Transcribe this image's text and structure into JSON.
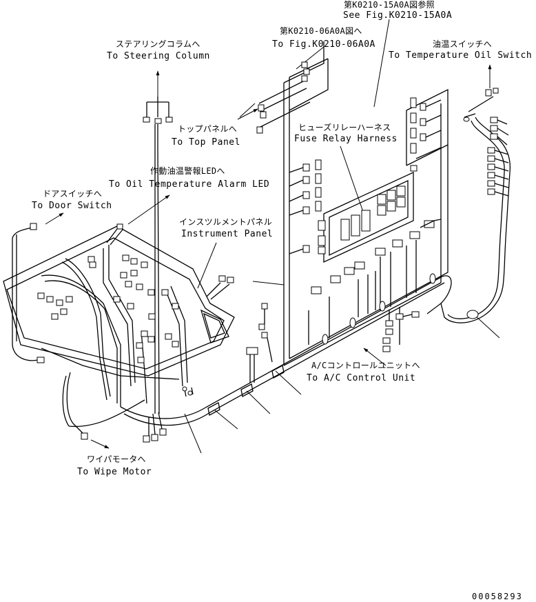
{
  "labels": {
    "fig15_jp": "第K0210-15A0A図参照",
    "fig15_en": "See Fig.K0210-15A0A",
    "fig06_jp": "第K0210-06A0A図へ",
    "fig06_en": "To Fig.K0210-06A0A",
    "oil_switch_jp": "油温スイッチへ",
    "oil_switch_en": "To Temperature Oil Switch",
    "steering_jp": "ステアリングコラムへ",
    "steering_en": "To Steering Column",
    "top_panel_jp": "トップパネルへ",
    "top_panel_en": "To Top Panel",
    "fuse_jp": "ヒューズリレーハーネス",
    "fuse_en": "Fuse Relay Harness",
    "alarm_jp": "作動油温警報LEDへ",
    "alarm_en": "To Oil Temperature Alarm LED",
    "door_jp": "ドアスイッチへ",
    "door_en": "To Door Switch",
    "instrument_jp": "インスツルメントパネル",
    "instrument_en": "Instrument Panel",
    "ac_jp": "A/Cコントロールユニットへ",
    "ac_en": "To A/C Control Unit",
    "wiper_jp": "ワイパモータへ",
    "wiper_en": "To Wipe Motor"
  },
  "drawing_number": "00058293"
}
